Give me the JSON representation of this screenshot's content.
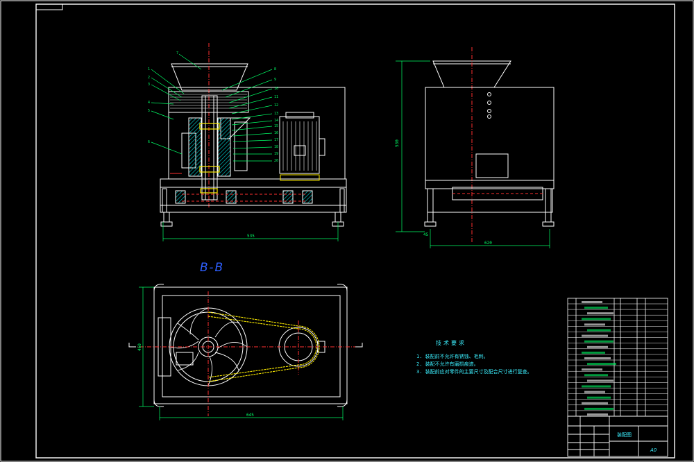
{
  "drawing": {
    "section_label": "B-B",
    "dims": {
      "front_width": "535",
      "side_width": "620",
      "side_height": "530",
      "side_offset": "45",
      "plan_width": "645",
      "plan_height": "460"
    },
    "tech_requirements": {
      "heading": "技术要求",
      "items": [
        "1. 装配前不允许有锈蚀、毛刺。",
        "2. 装配不允许有磨损痕迹。",
        "3. 装配前应对零件的主要尺寸及配合尺寸进行复查。"
      ]
    },
    "title_block": {
      "drawing_title": "装配图",
      "sheet_no": "A0"
    },
    "colors": {
      "frame": "#ffffff",
      "outline": "#ffffff",
      "dimension": "#00ff66",
      "leader": "#00ff66",
      "section_hatch": "#00c8c8",
      "hidden": "#ff3030",
      "motor": "#ffffff",
      "belt": "#ffee00",
      "note_text": "#3cf0ff",
      "section_title": "#2e5fff"
    }
  }
}
